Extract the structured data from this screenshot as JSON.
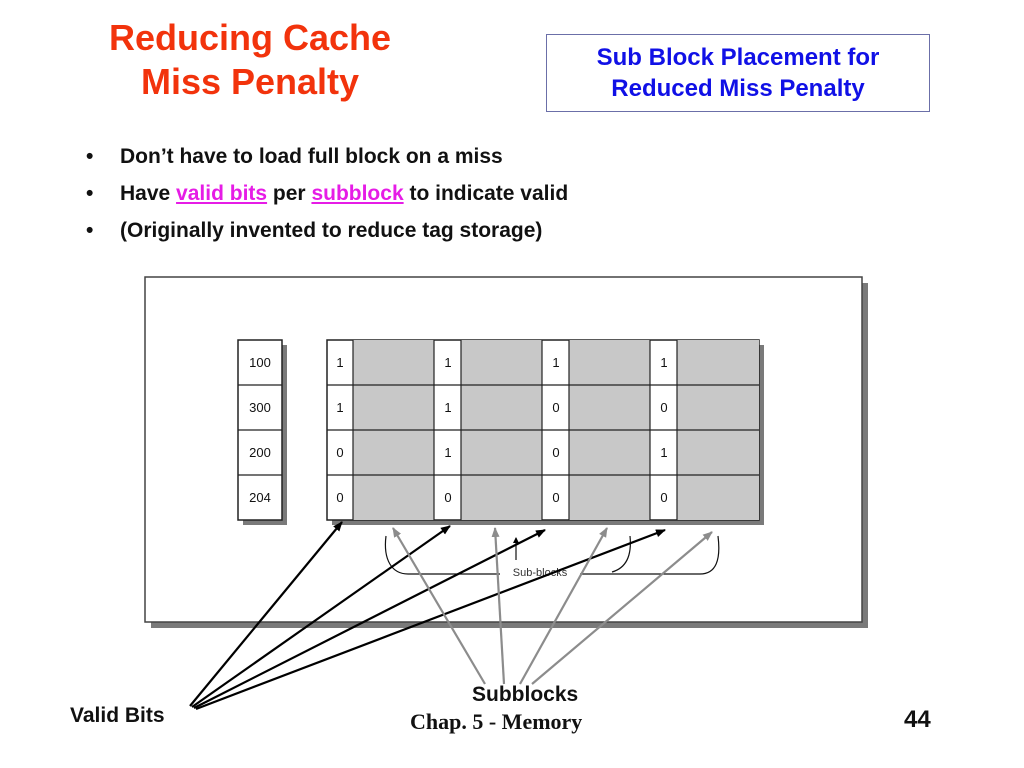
{
  "slide": {
    "title_line1": "Reducing Cache",
    "title_line2": "Miss Penalty",
    "callout_line1": "Sub Block Placement for",
    "callout_line2": "Reduced Miss Penalty",
    "bullets": [
      {
        "text": "Don’t have to load full block on a miss"
      },
      {
        "pre": "Have ",
        "link1": "valid bits",
        "mid": " per ",
        "link2": "subblock",
        "post": " to indicate valid"
      },
      {
        "text": "(Originally invented to reduce tag storage)"
      }
    ],
    "bullet_glyph": "•",
    "valid_bits_label": "Valid Bits",
    "subblocks_label": "Subblocks",
    "footer": "Chap. 5 - Memory",
    "page_number": "44",
    "colors": {
      "title": "#f2330c",
      "callout_text": "#1010e6",
      "highlight": "#e61ce6",
      "subblock_fill": "#c8c8c8"
    }
  },
  "diagram": {
    "tags": [
      "100",
      "300",
      "200",
      "204"
    ],
    "valid_bits": [
      [
        "1",
        "1",
        "1",
        "1"
      ],
      [
        "1",
        "1",
        "0",
        "0"
      ],
      [
        "0",
        "1",
        "0",
        "1"
      ],
      [
        "0",
        "0",
        "0",
        "0"
      ]
    ],
    "brace_label": "Sub-blocks"
  }
}
